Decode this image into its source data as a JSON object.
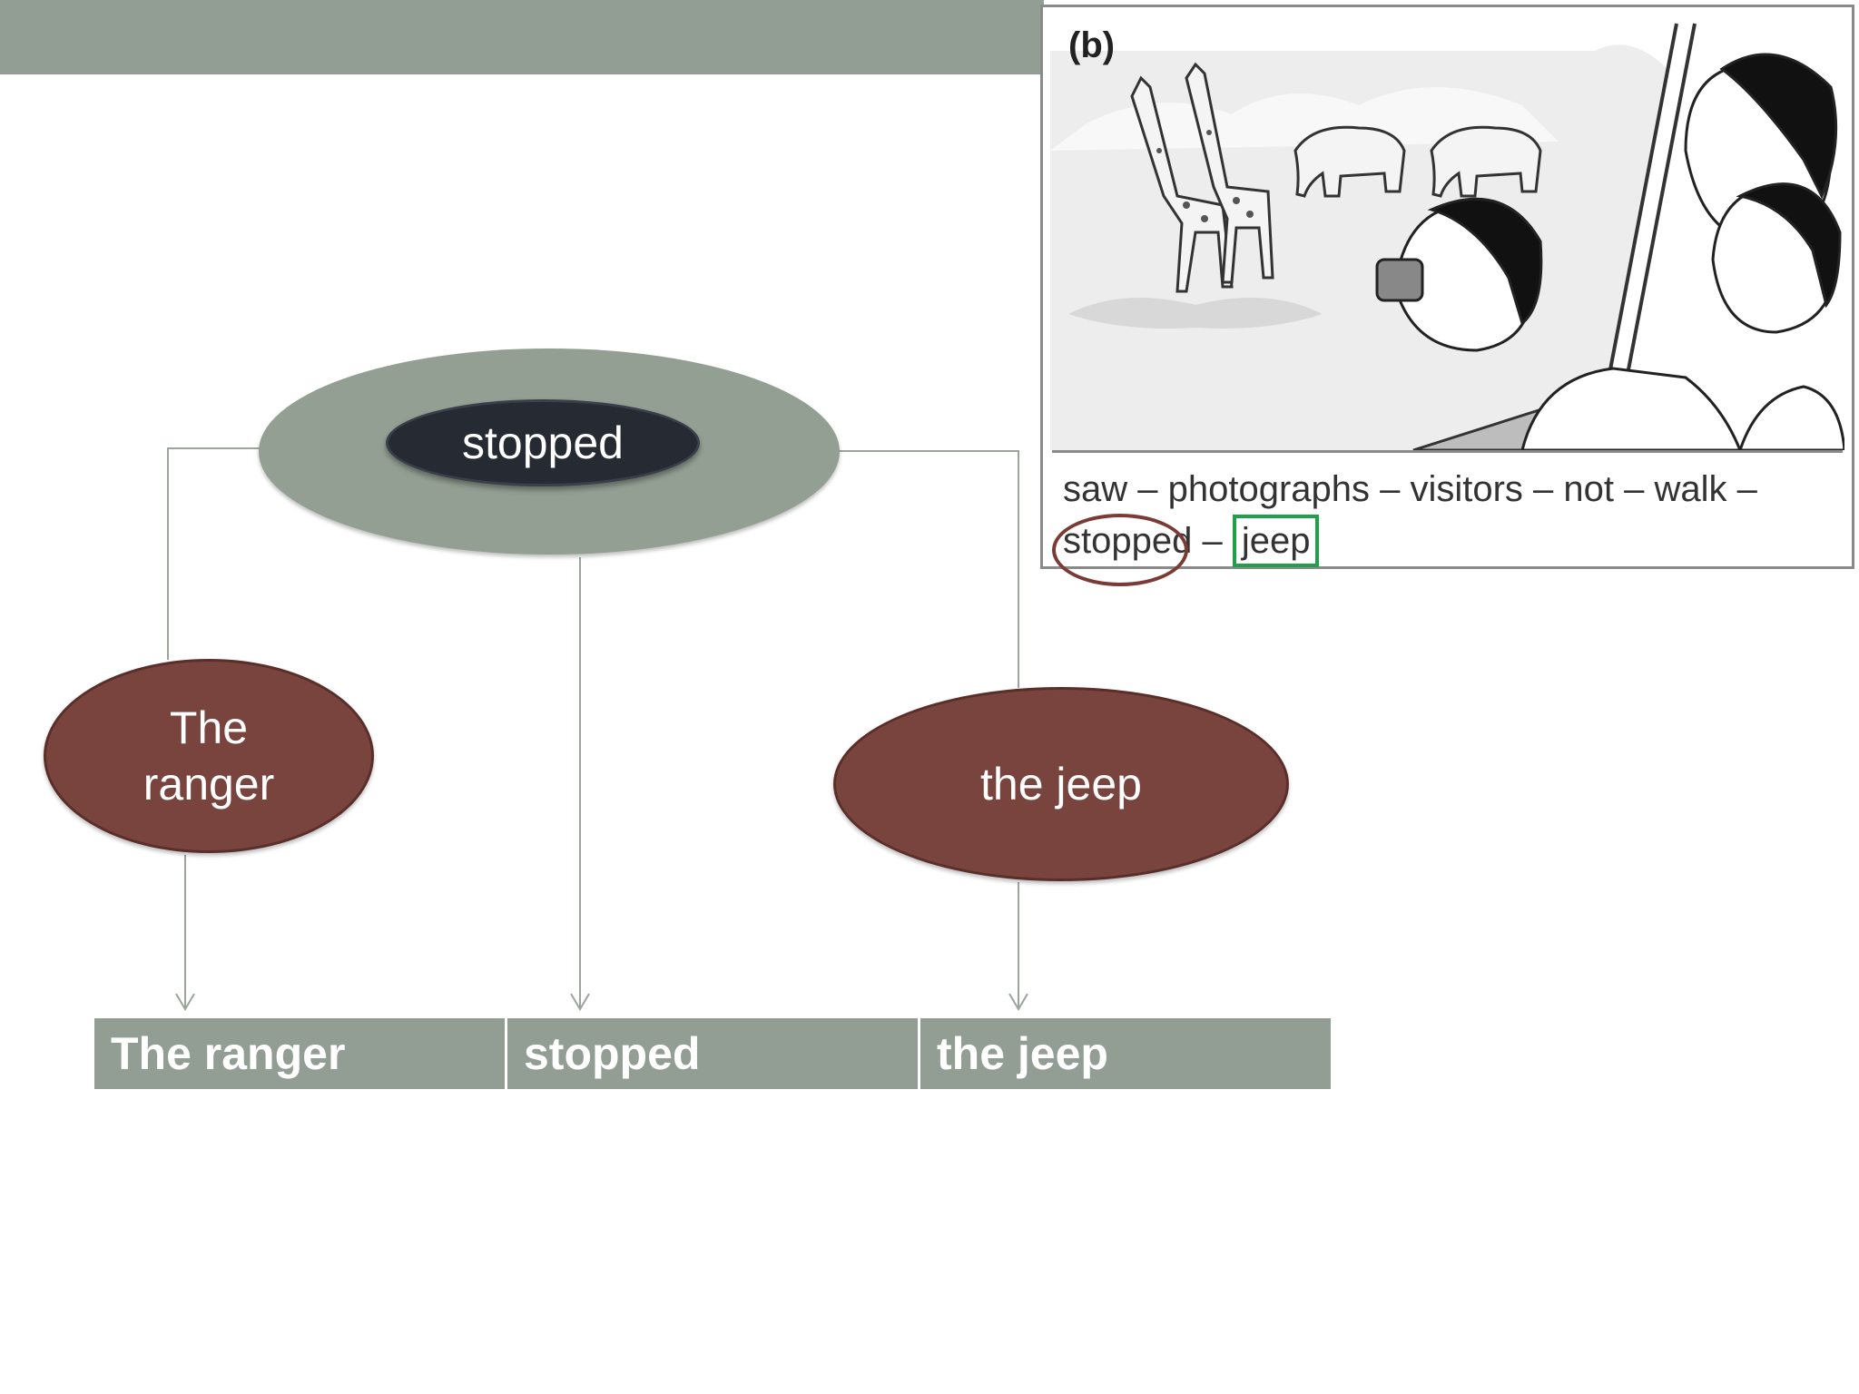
{
  "diagram": {
    "center_label": "stopped",
    "left_node": "The ranger",
    "right_node": "the jeep",
    "table_cells": [
      "The ranger",
      "stopped",
      "the jeep"
    ]
  },
  "picture": {
    "panel_label": "(b)",
    "word_list_line1": "saw – photographs – visitors – not – walk –",
    "word_circled": "stopped",
    "word_separator": " – ",
    "word_boxed": "jeep"
  },
  "colors": {
    "bar": "#929e93",
    "maroon": "#79443e",
    "dark": "#262a33",
    "box_green": "#21a04a"
  }
}
